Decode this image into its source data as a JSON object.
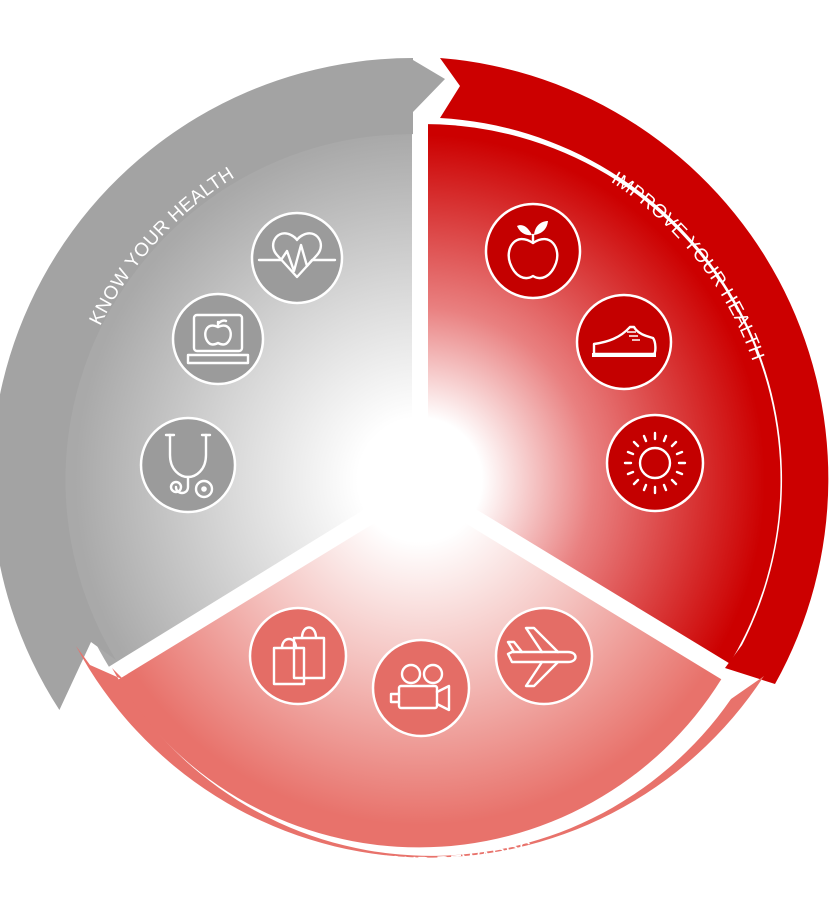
{
  "colors": {
    "know": "#a3a3a3",
    "know_dark": "#9b9b9b",
    "improve": "#cc0000",
    "improve_dark": "#c40000",
    "rewards": "#e8726b",
    "rewards_icon": "#e46d66",
    "background": "#ffffff"
  },
  "cycle": {
    "segments": [
      {
        "id": "know",
        "label": "KNOW YOUR HEALTH",
        "icons": [
          "heart-rate-icon",
          "laptop-apple-icon",
          "stethoscope-icon"
        ]
      },
      {
        "id": "improve",
        "label": "IMPROVE YOUR HEALTH",
        "icons": [
          "apple-icon",
          "sneaker-icon",
          "sun-icon"
        ]
      },
      {
        "id": "rewards",
        "label": "ENJOY YOUR REWARDS",
        "icons": [
          "shopping-bags-icon",
          "movie-camera-icon",
          "airplane-icon"
        ]
      }
    ]
  }
}
